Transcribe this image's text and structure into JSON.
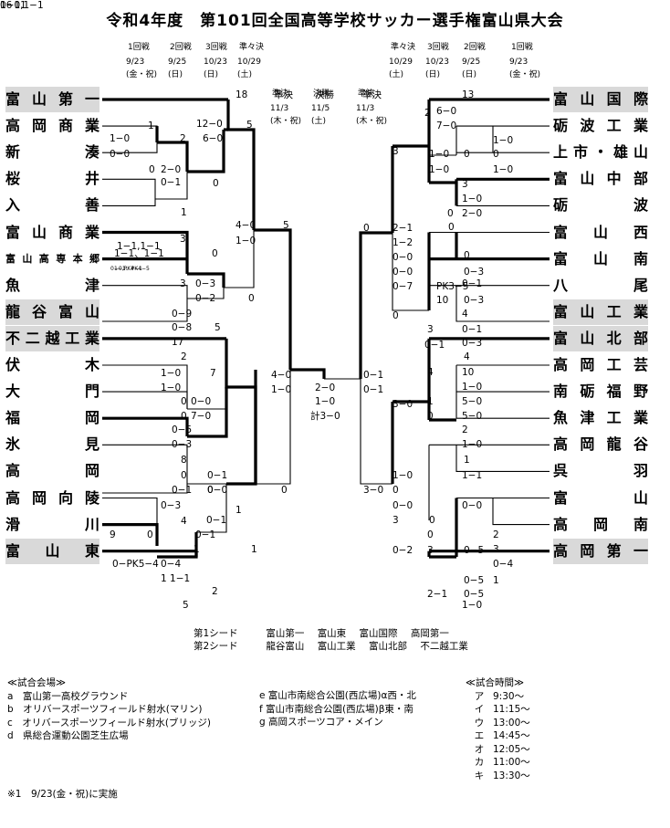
{
  "title": "令和4年度　第101回全国高等学校サッカー選手権富山県大会",
  "round_labels": [
    {
      "name": "l-r1",
      "lines": [
        "1回戦",
        "9/23",
        "(金・祝)"
      ]
    },
    {
      "name": "l-r2",
      "lines": [
        "2回戦",
        "9/25",
        "(日)"
      ]
    },
    {
      "name": "l-r3",
      "lines": [
        "3回戦",
        "10/23",
        "(日)"
      ]
    },
    {
      "name": "l-qf",
      "lines": [
        "準々決",
        "10/29",
        "(土)"
      ]
    },
    {
      "name": "l-sf",
      "lines": [
        "準決",
        "11/3",
        "(木・祝)"
      ]
    },
    {
      "name": "final",
      "lines": [
        "決勝",
        "11/5",
        "(土)"
      ]
    },
    {
      "name": "r-sf",
      "lines": [
        "準決",
        "11/3",
        "(木・祝)"
      ]
    },
    {
      "name": "r-qf",
      "lines": [
        "準々決",
        "10/29",
        "(土)"
      ]
    },
    {
      "name": "r-r3",
      "lines": [
        "3回戦",
        "10/23",
        "(日)"
      ]
    },
    {
      "name": "r-r2",
      "lines": [
        "2回戦",
        "9/25",
        "(日)"
      ]
    },
    {
      "name": "r-r1",
      "lines": [
        "1回戦",
        "9/23",
        "(金・祝)"
      ]
    }
  ],
  "left_teams": [
    {
      "name": "富山第一",
      "seed": true
    },
    {
      "name": "高岡商業",
      "seed": false
    },
    {
      "name": "新湊",
      "seed": false
    },
    {
      "name": "桜井",
      "seed": false
    },
    {
      "name": "入善",
      "seed": false
    },
    {
      "name": "富山商業",
      "seed": false
    },
    {
      "name": "富山高専本郷",
      "seed": false
    },
    {
      "name": "魚津",
      "seed": false
    },
    {
      "name": "龍谷富山",
      "seed": true
    },
    {
      "name": "不二越工業",
      "seed": true
    },
    {
      "name": "伏木",
      "seed": false
    },
    {
      "name": "大門",
      "seed": false
    },
    {
      "name": "福岡",
      "seed": false
    },
    {
      "name": "氷見",
      "seed": false
    },
    {
      "name": "高岡",
      "seed": false
    },
    {
      "name": "高岡向陵",
      "seed": false
    },
    {
      "name": "滑川",
      "seed": false
    },
    {
      "name": "富山東",
      "seed": true
    }
  ],
  "right_teams": [
    {
      "name": "富山国際",
      "seed": true
    },
    {
      "name": "砺波工業",
      "seed": false
    },
    {
      "name": "上市・雄山",
      "seed": false
    },
    {
      "name": "富山中部",
      "seed": false
    },
    {
      "name": "砺波",
      "seed": false
    },
    {
      "name": "富山西",
      "seed": false
    },
    {
      "name": "富山南",
      "seed": false
    },
    {
      "name": "八尾",
      "seed": false
    },
    {
      "name": "富山工業",
      "seed": true
    },
    {
      "name": "富山北部",
      "seed": true
    },
    {
      "name": "高岡工芸",
      "seed": false
    },
    {
      "name": "南砺福野",
      "seed": false
    },
    {
      "name": "魚津工業",
      "seed": false
    },
    {
      "name": "高岡龍谷",
      "seed": false
    },
    {
      "name": "呉羽",
      "seed": false
    },
    {
      "name": "富山",
      "seed": false
    },
    {
      "name": "高岡南",
      "seed": false
    },
    {
      "name": "高岡第一",
      "seed": true
    }
  ],
  "scores": [
    {
      "t": "18"
    },
    {
      "t": "1"
    },
    {
      "t": "2"
    },
    {
      "t": "1−0"
    },
    {
      "t": "0−0"
    },
    {
      "t": "0"
    },
    {
      "t": "2−0"
    },
    {
      "t": "0−1"
    },
    {
      "t": "12−0"
    },
    {
      "t": "6−0"
    },
    {
      "t": "0"
    },
    {
      "t": "1−1,1−1"
    },
    {
      "t": "0−0,PK4−1"
    },
    {
      "t": "1"
    },
    {
      "t": "5"
    },
    {
      "t": "準決"
    },
    {
      "t": "決勝"
    },
    {
      "t": "準決"
    },
    {
      "t": "3"
    },
    {
      "t": "0"
    },
    {
      "t": "1−1、1−1"
    },
    {
      "t": "1−1、PK4−5"
    },
    {
      "t": "3"
    },
    {
      "t": "0−3"
    },
    {
      "t": "0−2"
    },
    {
      "t": "0"
    },
    {
      "t": "0−9"
    },
    {
      "t": "0−8"
    },
    {
      "t": "5"
    },
    {
      "t": "17"
    },
    {
      "t": "4−0"
    },
    {
      "t": "1−0"
    },
    {
      "t": "5"
    },
    {
      "t": "2"
    },
    {
      "t": "7"
    },
    {
      "t": "1−0"
    },
    {
      "t": "1−0"
    },
    {
      "t": "0"
    },
    {
      "t": "0−0"
    },
    {
      "t": "0"
    },
    {
      "t": "7−0"
    },
    {
      "t": "0−5"
    },
    {
      "t": "0−3"
    },
    {
      "t": "8"
    },
    {
      "t": "0"
    },
    {
      "t": "0−1"
    },
    {
      "t": "0"
    },
    {
      "t": "0−3"
    },
    {
      "t": "4"
    },
    {
      "t": "0−1"
    },
    {
      "t": "0−0"
    },
    {
      "t": "0"
    },
    {
      "t": "1"
    },
    {
      "t": "0"
    },
    {
      "t": "0−PK5−4"
    },
    {
      "t": "0−4"
    },
    {
      "t": "1 1−1"
    },
    {
      "t": "0−1"
    },
    {
      "t": "1"
    },
    {
      "t": "0−1"
    },
    {
      "t": "1"
    },
    {
      "t": "2"
    },
    {
      "t": "5"
    },
    {
      "t": "4−0"
    },
    {
      "t": "1−0"
    },
    {
      "t": "2−0"
    },
    {
      "t": "1−0"
    },
    {
      "t": "計3−0"
    },
    {
      "t": "0−1"
    },
    {
      "t": "0−1"
    },
    {
      "t": "13"
    },
    {
      "t": "2"
    },
    {
      "t": "6−0"
    },
    {
      "t": "7−0"
    },
    {
      "t": "3"
    },
    {
      "t": "1−0"
    },
    {
      "t": "1−0"
    },
    {
      "t": "1−0"
    },
    {
      "t": "0"
    },
    {
      "t": "0"
    },
    {
      "t": "1−0"
    },
    {
      "t": "0"
    },
    {
      "t": "3"
    },
    {
      "t": "1−0"
    },
    {
      "t": "2−0"
    },
    {
      "t": "0"
    },
    {
      "t": "0"
    },
    {
      "t": "2−1"
    },
    {
      "t": "1−2"
    },
    {
      "t": "0−0"
    },
    {
      "t": "0−0"
    },
    {
      "t": "0"
    },
    {
      "t": "0−3"
    },
    {
      "t": "0−7"
    },
    {
      "t": "PK3−5"
    },
    {
      "t": "0−1"
    },
    {
      "t": "10"
    },
    {
      "t": "0−3"
    },
    {
      "t": "0"
    },
    {
      "t": "3"
    },
    {
      "t": "4"
    },
    {
      "t": "0−1"
    },
    {
      "t": "0−3"
    },
    {
      "t": "4"
    },
    {
      "t": "0−1"
    },
    {
      "t": "4"
    },
    {
      "t": "10"
    },
    {
      "t": "1−0"
    },
    {
      "t": "3−0"
    },
    {
      "t": "1"
    },
    {
      "t": "5−0"
    },
    {
      "t": "0"
    },
    {
      "t": "5−0"
    },
    {
      "t": "2"
    },
    {
      "t": "1−0"
    },
    {
      "t": "1"
    },
    {
      "t": "1−0"
    },
    {
      "t": "0"
    },
    {
      "t": "0−0"
    },
    {
      "t": "3"
    },
    {
      "t": "1−1"
    },
    {
      "t": "0−0"
    },
    {
      "t": "0"
    },
    {
      "t": "3−0"
    },
    {
      "t": "0−2"
    },
    {
      "t": "0"
    },
    {
      "t": "2"
    },
    {
      "t": "3"
    },
    {
      "t": "0−5"
    },
    {
      "t": "3"
    },
    {
      "t": "0−4"
    },
    {
      "t": "0−5"
    },
    {
      "t": "1"
    },
    {
      "t": "2−1"
    },
    {
      "t": "0−5"
    },
    {
      "t": "1−0"
    },
    {
      "t": "9"
    },
    {
      "t": "0−11"
    },
    {
      "t": "16"
    },
    {
      "t": "1−0,1−1"
    }
  ],
  "seeds": {
    "first_label": "第1シード",
    "first": [
      "富山第一",
      "富山東",
      "富山国際",
      "高岡第一"
    ],
    "second_label": "第2シード",
    "second": [
      "龍谷富山",
      "富山工業",
      "富山北部",
      "不二越工業"
    ]
  },
  "venues": {
    "heading": "≪試合会場≫",
    "col1": [
      "a　富山第一高校グラウンド",
      "b　オリバースポーツフィールド射水(マリン)",
      "c　オリバースポーツフィールド射水(ブリッジ)",
      "d　県総合運動公園芝生広場"
    ],
    "col2": [
      "e 富山市南総合公園(西広場)α西・北",
      "f 富山市南総合公園(西広場)β東・南",
      "g 高岡スポーツコア・メイン"
    ]
  },
  "times": {
    "heading": "≪試合時間≫",
    "rows": [
      [
        "ア",
        "9:30〜"
      ],
      [
        "イ",
        "11:15〜"
      ],
      [
        "ウ",
        "13:00〜"
      ],
      [
        "エ",
        "14:45〜"
      ],
      [
        "オ",
        "12:05〜"
      ],
      [
        "カ",
        "11:00〜"
      ],
      [
        "キ",
        "13:30〜"
      ]
    ]
  },
  "note": "※1　9/23(金・祝)に実施"
}
